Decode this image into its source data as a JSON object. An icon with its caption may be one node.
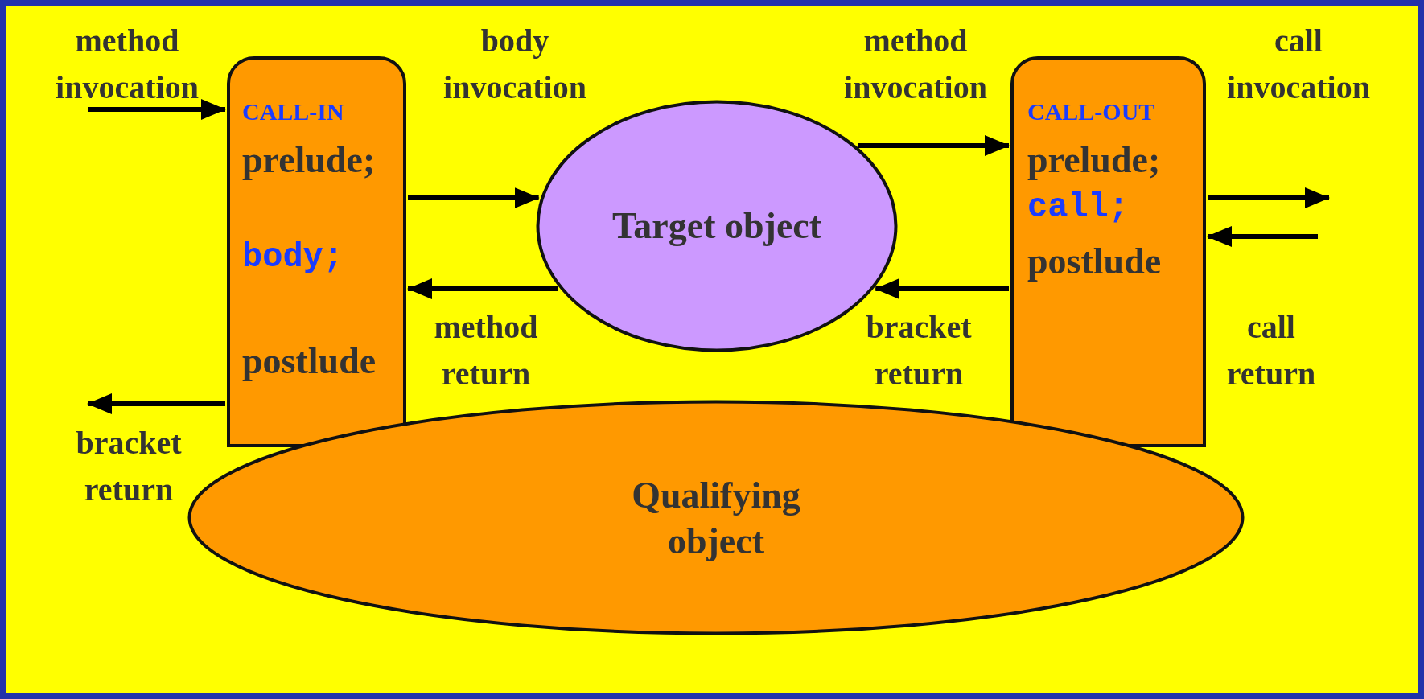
{
  "diagram": {
    "nodes": [
      {
        "text": [
          "CALL-IN",
          "prelude;",
          "body;",
          "postlude"
        ]
      },
      {
        "text": [
          "Target object"
        ]
      },
      {
        "text": [
          "CALL-OUT",
          "prelude;",
          "call;",
          "postlude"
        ]
      },
      {
        "text": [
          "Qualifying object"
        ]
      }
    ],
    "edges": [
      {
        "from": null,
        "to": 0,
        "arrow": "to",
        "label": "method invocation"
      },
      {
        "from": 0,
        "to": 1,
        "arrow": "to",
        "label": "body invocation"
      },
      {
        "from": 1,
        "to": 0,
        "arrow": "to",
        "label": "method return"
      },
      {
        "from": 0,
        "to": null,
        "arrow": "to",
        "label": "bracket return"
      },
      {
        "from": 1,
        "to": 2,
        "arrow": "to",
        "label": "method invocation"
      },
      {
        "from": 2,
        "to": 1,
        "arrow": "to",
        "label": "bracket return"
      },
      {
        "from": 2,
        "to": null,
        "arrow": "to",
        "label": "call invocation"
      },
      {
        "from": null,
        "to": 2,
        "arrow": "to",
        "label": "call return"
      }
    ]
  }
}
